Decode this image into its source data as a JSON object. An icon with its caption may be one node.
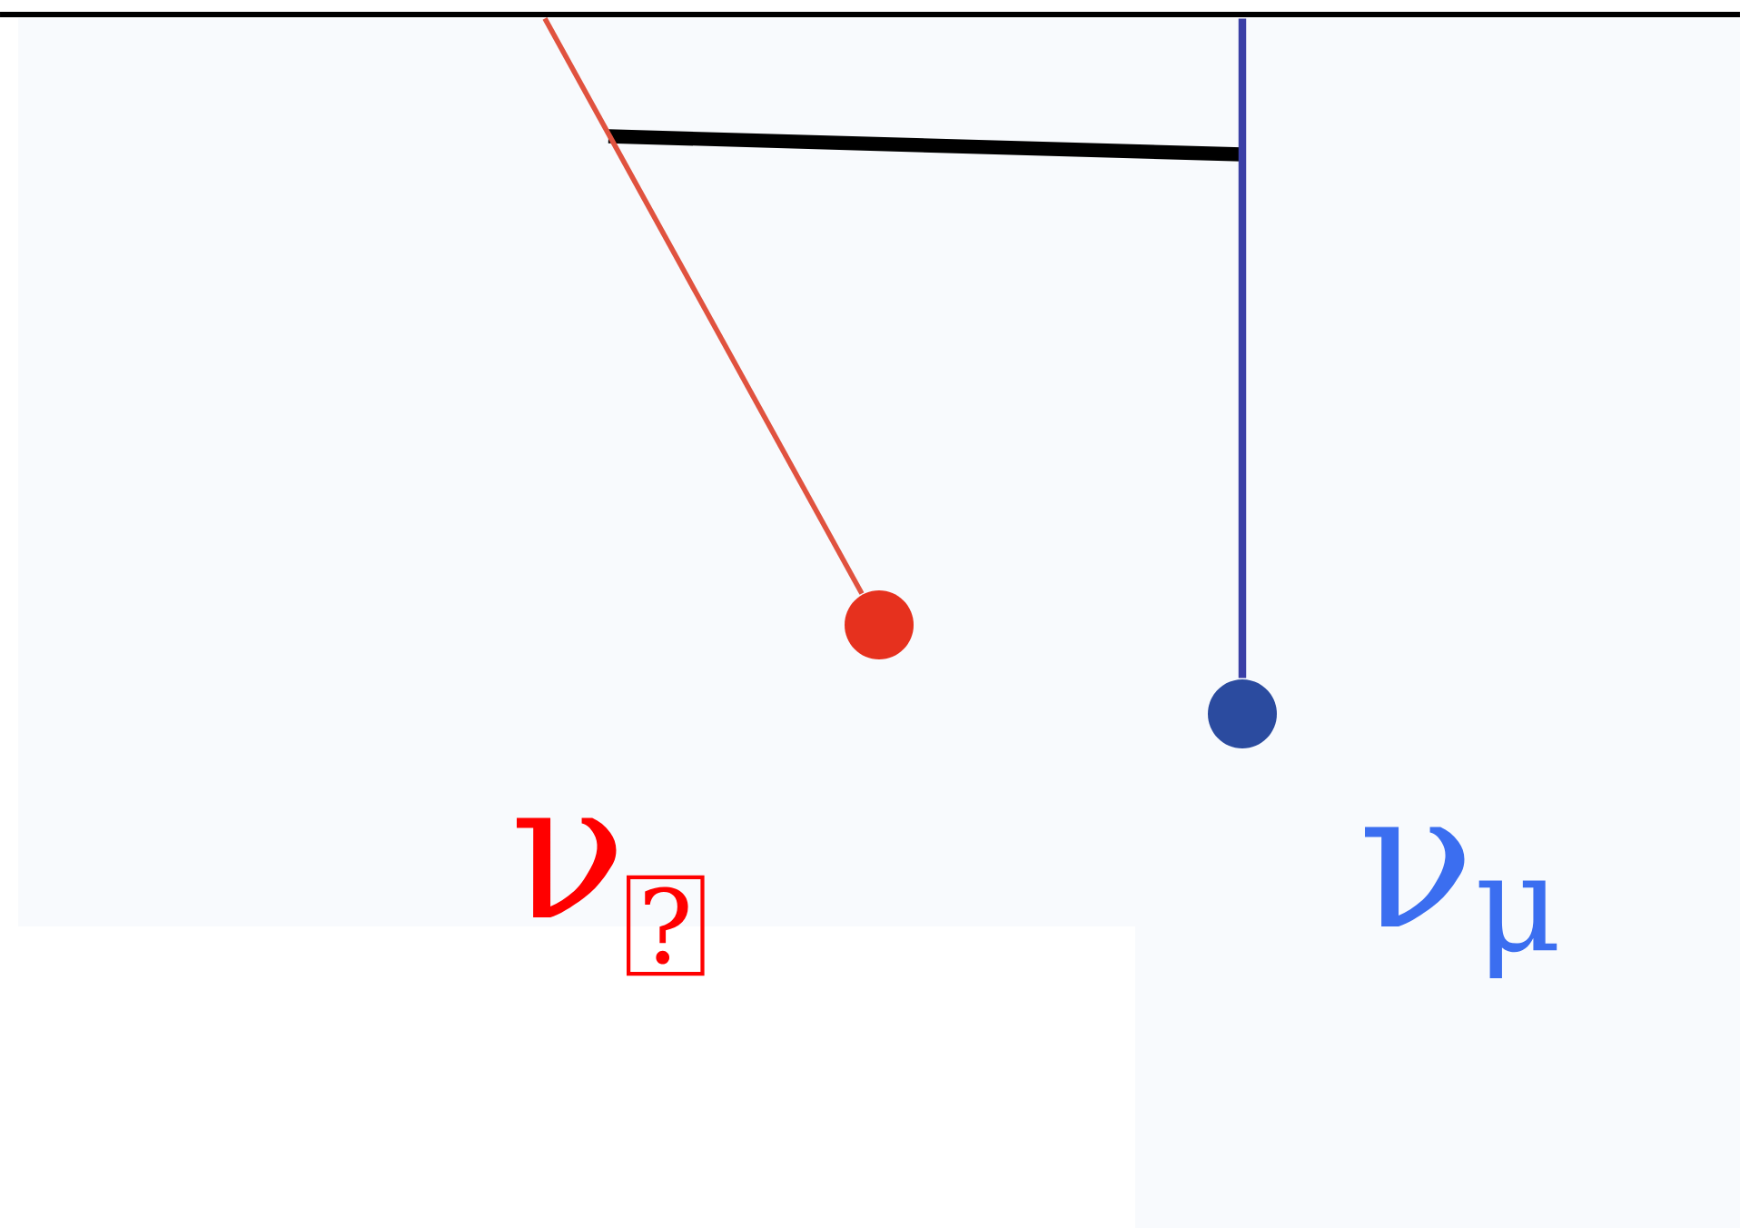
{
  "diagram": {
    "nodes": [
      {
        "text": [],
        "shape": "bar"
      },
      {
        "text": [],
        "shape": "circle"
      },
      {
        "text": [],
        "shape": "circle"
      }
    ],
    "edges": [
      {
        "from": 0,
        "to": 1,
        "arrow": "none",
        "color": "#e0523f"
      },
      {
        "from": 0,
        "to": 2,
        "arrow": "none",
        "color": "#3a3fa6"
      }
    ],
    "labels": [
      "ν",
      "?",
      "ν$_{μ}$"
    ]
  }
}
